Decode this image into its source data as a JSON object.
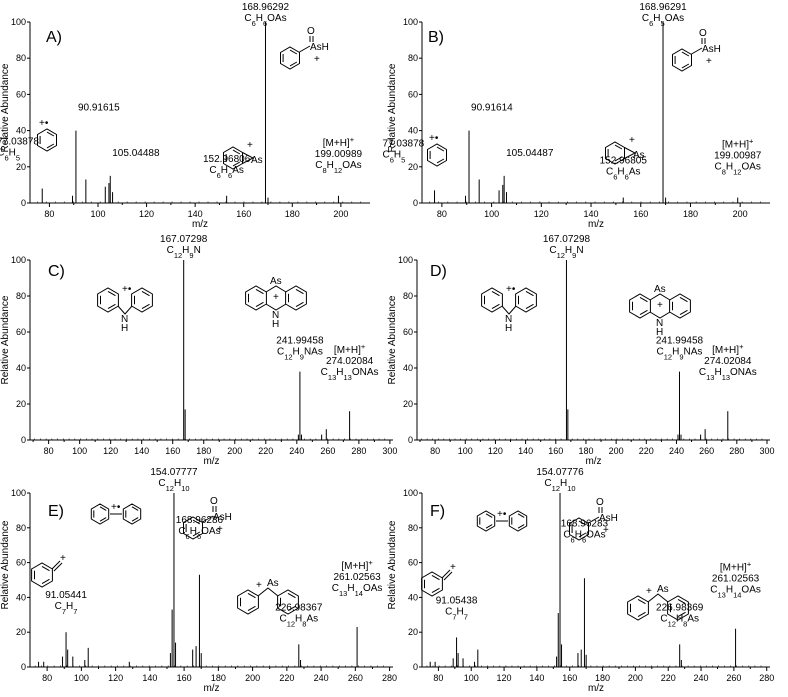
{
  "chart_data": [
    {
      "type": "bar",
      "panel_label": "A)",
      "xlabel": "m/z",
      "ylabel": "Relative Abundance",
      "xlim": [
        72,
        212
      ],
      "ylim": [
        0,
        100
      ],
      "xticks": [
        80,
        100,
        120,
        140,
        160,
        180,
        200
      ],
      "yticks": [
        0,
        20,
        40,
        60,
        80,
        100
      ],
      "peaks": [
        {
          "x": 77.03878,
          "y": 8
        },
        {
          "x": 89.5,
          "y": 4
        },
        {
          "x": 90.91615,
          "y": 40
        },
        {
          "x": 95.0,
          "y": 13
        },
        {
          "x": 103.0,
          "y": 9
        },
        {
          "x": 104.5,
          "y": 11
        },
        {
          "x": 105.04488,
          "y": 15
        },
        {
          "x": 106.0,
          "y": 6
        },
        {
          "x": 152.96806,
          "y": 4
        },
        {
          "x": 168.96292,
          "y": 100
        },
        {
          "x": 170.0,
          "y": 3
        },
        {
          "x": 199.00989,
          "y": 4
        }
      ],
      "annotations": [
        {
          "text": "168.96292",
          "formula": "C6H6OAs",
          "x": 168.96292,
          "y": 100,
          "align": "center"
        },
        {
          "text": "90.91615",
          "x": 90.91615,
          "y": 40,
          "align": "left"
        },
        {
          "text": "105.04488",
          "x": 105.04488,
          "y": 15,
          "align": "left"
        },
        {
          "text": "77.03878",
          "formula": "C6H5",
          "x": 77.03878,
          "y": 8,
          "align": "left"
        },
        {
          "text": "152.96806",
          "formula": "C6H6As",
          "x": 152.96806,
          "y": 4,
          "align": "center"
        },
        {
          "text": "[M+H]+",
          "mass": "199.00989",
          "formula": "C8H12OAs",
          "x": 199.00989,
          "y": 4,
          "align": "center"
        }
      ],
      "structures": [
        {
          "kind": "benzene-radical",
          "charge": "+•"
        },
        {
          "kind": "benzyne-arsenic",
          "charge": "+",
          "label": "As"
        },
        {
          "kind": "phenyl-arsine-oxide",
          "charge": "+",
          "label": "AsH"
        }
      ]
    },
    {
      "type": "bar",
      "panel_label": "B)",
      "xlabel": "m/z",
      "ylabel": "Relative Abundance",
      "xlim": [
        72,
        212
      ],
      "ylim": [
        0,
        100
      ],
      "xticks": [
        80,
        100,
        120,
        140,
        160,
        180,
        200
      ],
      "yticks": [
        0,
        20,
        40,
        60,
        80,
        100
      ],
      "peaks": [
        {
          "x": 77.03878,
          "y": 7
        },
        {
          "x": 89.5,
          "y": 4
        },
        {
          "x": 90.91614,
          "y": 40
        },
        {
          "x": 95.0,
          "y": 13
        },
        {
          "x": 103.0,
          "y": 7
        },
        {
          "x": 104.5,
          "y": 10
        },
        {
          "x": 105.04487,
          "y": 15
        },
        {
          "x": 106.0,
          "y": 6
        },
        {
          "x": 152.96805,
          "y": 3
        },
        {
          "x": 168.96291,
          "y": 100
        },
        {
          "x": 170.0,
          "y": 3
        },
        {
          "x": 199.00987,
          "y": 3
        }
      ],
      "annotations": [
        {
          "text": "168.96291",
          "formula": "C6H5OAs",
          "x": 168.96291,
          "y": 100,
          "align": "center"
        },
        {
          "text": "90.91614",
          "x": 90.91614,
          "y": 40,
          "align": "left"
        },
        {
          "text": "105.04487",
          "x": 105.04487,
          "y": 15,
          "align": "left"
        },
        {
          "text": "77.03878",
          "formula": "C6H5",
          "x": 77.03878,
          "y": 7,
          "align": "left"
        },
        {
          "text": "152.96805",
          "formula": "C6H6As",
          "x": 152.96805,
          "y": 3,
          "align": "center"
        },
        {
          "text": "[M+H]+",
          "mass": "199.00987",
          "formula": "C8H12OAs",
          "x": 199.00987,
          "y": 3,
          "align": "center"
        }
      ],
      "structures": [
        {
          "kind": "benzene-radical",
          "charge": "+•"
        },
        {
          "kind": "benzyne-arsenic",
          "charge": "+",
          "label": "As"
        },
        {
          "kind": "phenyl-arsine-oxide",
          "charge": "+",
          "label": "AsH"
        }
      ]
    },
    {
      "type": "bar",
      "panel_label": "C)",
      "xlabel": "m/z",
      "ylabel": "Relative Abundance",
      "xlim": [
        68,
        302
      ],
      "ylim": [
        0,
        100
      ],
      "xticks": [
        80,
        100,
        120,
        140,
        160,
        180,
        200,
        220,
        240,
        260,
        280,
        300
      ],
      "yticks": [
        0,
        20,
        40,
        60,
        80,
        100
      ],
      "peaks": [
        {
          "x": 167.07298,
          "y": 100
        },
        {
          "x": 168.0,
          "y": 17
        },
        {
          "x": 241.0,
          "y": 3
        },
        {
          "x": 241.99458,
          "y": 38
        },
        {
          "x": 243.0,
          "y": 3
        },
        {
          "x": 256.0,
          "y": 3
        },
        {
          "x": 259.0,
          "y": 6
        },
        {
          "x": 274.02084,
          "y": 16
        }
      ],
      "annotations": [
        {
          "text": "167.07298",
          "formula": "C12H9N",
          "x": 167.07298,
          "y": 100,
          "align": "center"
        },
        {
          "text": "241.99458",
          "formula": "C12H9NAs",
          "x": 241.99458,
          "y": 38,
          "align": "center"
        },
        {
          "text": "[M+H]+",
          "mass": "274.02084",
          "formula": "C13H13ONAs",
          "x": 274.02084,
          "y": 16,
          "align": "center"
        }
      ],
      "structures": [
        {
          "kind": "carbazole",
          "charge": "+•",
          "label": "N",
          "label2": "H"
        },
        {
          "kind": "phenarsazine",
          "charge": "+",
          "label": "As",
          "label2": "N",
          "label3": "H"
        }
      ]
    },
    {
      "type": "bar",
      "panel_label": "D)",
      "xlabel": "m/z",
      "ylabel": "Relative Abundance",
      "xlim": [
        68,
        302
      ],
      "ylim": [
        0,
        100
      ],
      "xticks": [
        80,
        100,
        120,
        140,
        160,
        180,
        200,
        220,
        240,
        260,
        280,
        300
      ],
      "yticks": [
        0,
        20,
        40,
        60,
        80,
        100
      ],
      "peaks": [
        {
          "x": 167.07298,
          "y": 100
        },
        {
          "x": 168.0,
          "y": 17
        },
        {
          "x": 241.0,
          "y": 3
        },
        {
          "x": 241.99458,
          "y": 38
        },
        {
          "x": 243.0,
          "y": 3
        },
        {
          "x": 256.0,
          "y": 3
        },
        {
          "x": 259.0,
          "y": 6
        },
        {
          "x": 274.02084,
          "y": 16
        }
      ],
      "annotations": [
        {
          "text": "167.07298",
          "formula": "C12H9N",
          "x": 167.07298,
          "y": 100,
          "align": "center"
        },
        {
          "text": "241.99458",
          "formula": "C12H9NAs",
          "x": 241.99458,
          "y": 38,
          "align": "center"
        },
        {
          "text": "[M+H]+",
          "mass": "274.02084",
          "formula": "C13H13ONAs",
          "x": 274.02084,
          "y": 16,
          "align": "center"
        }
      ],
      "structures": [
        {
          "kind": "carbazole",
          "charge": "+•",
          "label": "N",
          "label2": "H"
        },
        {
          "kind": "phenarsazine",
          "charge": "+",
          "label": "As",
          "label2": "N",
          "label3": "H"
        }
      ]
    },
    {
      "type": "bar",
      "panel_label": "E)",
      "xlabel": "m/z",
      "ylabel": "Relative Abundance",
      "xlim": [
        70,
        282
      ],
      "ylim": [
        0,
        100
      ],
      "xticks": [
        80,
        100,
        120,
        140,
        160,
        180,
        200,
        220,
        240,
        260,
        280
      ],
      "yticks": [
        0,
        20,
        40,
        60,
        80,
        100
      ],
      "peaks": [
        {
          "x": 75.0,
          "y": 3
        },
        {
          "x": 78.0,
          "y": 3
        },
        {
          "x": 89.0,
          "y": 6
        },
        {
          "x": 91.05441,
          "y": 20
        },
        {
          "x": 92.0,
          "y": 10
        },
        {
          "x": 95.0,
          "y": 6
        },
        {
          "x": 102.0,
          "y": 4
        },
        {
          "x": 104.0,
          "y": 11
        },
        {
          "x": 128.0,
          "y": 3
        },
        {
          "x": 152.0,
          "y": 8
        },
        {
          "x": 153.0,
          "y": 33
        },
        {
          "x": 154.07777,
          "y": 100
        },
        {
          "x": 155.0,
          "y": 14
        },
        {
          "x": 165.0,
          "y": 10
        },
        {
          "x": 167.0,
          "y": 12
        },
        {
          "x": 168.96286,
          "y": 53
        },
        {
          "x": 170.0,
          "y": 8
        },
        {
          "x": 226.98367,
          "y": 13
        },
        {
          "x": 228.0,
          "y": 4
        },
        {
          "x": 261.02563,
          "y": 23
        }
      ],
      "annotations": [
        {
          "text": "154.07777",
          "formula": "C12H10",
          "x": 154.07777,
          "y": 100,
          "align": "center"
        },
        {
          "text": "168.96286",
          "formula": "C6H6OAs",
          "x": 168.96286,
          "y": 53,
          "align": "center"
        },
        {
          "text": "91.05441",
          "formula": "C7H7",
          "x": 91.05441,
          "y": 20,
          "align": "center"
        },
        {
          "text": "226.98367",
          "formula": "C12H8As",
          "x": 226.98367,
          "y": 13,
          "align": "center"
        },
        {
          "text": "[M+H]+",
          "mass": "261.02563",
          "formula": "C13H14OAs",
          "x": 261.02563,
          "y": 23,
          "align": "center"
        }
      ],
      "structures": [
        {
          "kind": "biphenyl-radical",
          "charge": "+•"
        },
        {
          "kind": "phenyl-arsine-oxide",
          "charge": "+",
          "label": "AsH"
        },
        {
          "kind": "tropylium-methylene",
          "charge": "+"
        },
        {
          "kind": "dibenzoarsole",
          "charge": "+",
          "label": "As"
        }
      ]
    },
    {
      "type": "bar",
      "panel_label": "F)",
      "xlabel": "m/z",
      "ylabel": "Relative Abundance",
      "xlim": [
        70,
        282
      ],
      "ylim": [
        0,
        100
      ],
      "xticks": [
        80,
        100,
        120,
        140,
        160,
        180,
        200,
        220,
        240,
        260,
        280
      ],
      "yticks": [
        0,
        20,
        40,
        60,
        80,
        100
      ],
      "peaks": [
        {
          "x": 75.0,
          "y": 3
        },
        {
          "x": 78.0,
          "y": 3
        },
        {
          "x": 89.0,
          "y": 5
        },
        {
          "x": 91.05438,
          "y": 17
        },
        {
          "x": 92.0,
          "y": 8
        },
        {
          "x": 95.0,
          "y": 5
        },
        {
          "x": 102.0,
          "y": 3
        },
        {
          "x": 104.0,
          "y": 10
        },
        {
          "x": 152.0,
          "y": 6
        },
        {
          "x": 153.0,
          "y": 31
        },
        {
          "x": 154.07776,
          "y": 100
        },
        {
          "x": 155.0,
          "y": 13
        },
        {
          "x": 165.0,
          "y": 8
        },
        {
          "x": 167.0,
          "y": 10
        },
        {
          "x": 168.96283,
          "y": 51
        },
        {
          "x": 170.0,
          "y": 7
        },
        {
          "x": 226.98369,
          "y": 13
        },
        {
          "x": 228.0,
          "y": 4
        },
        {
          "x": 261.02563,
          "y": 22
        }
      ],
      "annotations": [
        {
          "text": "154.07776",
          "formula": "C12H10",
          "x": 154.07776,
          "y": 100,
          "align": "center"
        },
        {
          "text": "168.96283",
          "formula": "C6H6OAs",
          "x": 168.96283,
          "y": 51,
          "align": "center"
        },
        {
          "text": "91.05438",
          "formula": "C7H7",
          "x": 91.05438,
          "y": 17,
          "align": "center"
        },
        {
          "text": "226.98369",
          "formula": "C12H8As",
          "x": 226.98369,
          "y": 13,
          "align": "center"
        },
        {
          "text": "[M+H]+",
          "mass": "261.02563",
          "formula": "C13H14OAs",
          "x": 261.02563,
          "y": 22,
          "align": "center"
        }
      ],
      "structures": [
        {
          "kind": "biphenyl-radical",
          "charge": "+•"
        },
        {
          "kind": "phenyl-arsine-oxide",
          "charge": "+",
          "label": "AsH"
        },
        {
          "kind": "tropylium-methylene",
          "charge": "+"
        },
        {
          "kind": "dibenzoarsole",
          "charge": "+",
          "label": "As"
        }
      ]
    }
  ]
}
